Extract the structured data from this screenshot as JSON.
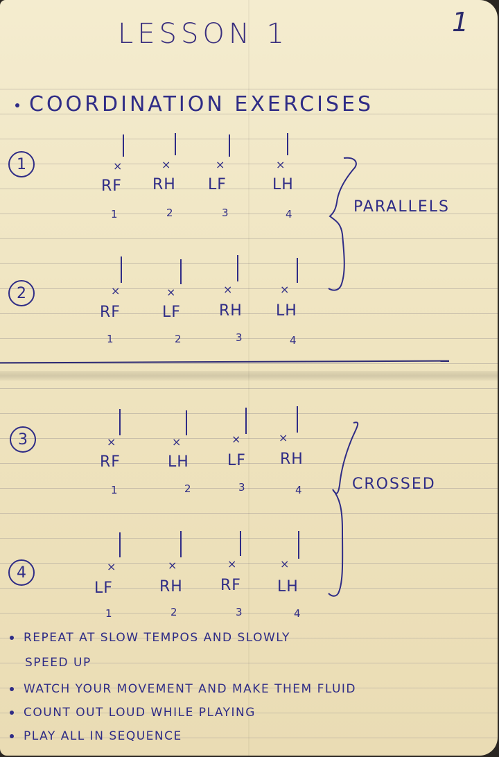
{
  "title": "LESSON 1",
  "page_number": "1",
  "heading": "COORDINATION EXERCISES",
  "exercises": [
    {
      "number": "1",
      "limbs": [
        "RF",
        "RH",
        "LF",
        "LH"
      ],
      "counts": [
        "1",
        "2",
        "3",
        "4"
      ]
    },
    {
      "number": "2",
      "limbs": [
        "RF",
        "LF",
        "RH",
        "LH"
      ],
      "counts": [
        "1",
        "2",
        "3",
        "4"
      ]
    },
    {
      "number": "3",
      "limbs": [
        "RF",
        "LH",
        "LF",
        "RH"
      ],
      "counts": [
        "1",
        "2",
        "3",
        "4"
      ]
    },
    {
      "number": "4",
      "limbs": [
        "LF",
        "RH",
        "RF",
        "LH"
      ],
      "counts": [
        "1",
        "2",
        "3",
        "4"
      ]
    }
  ],
  "groups": {
    "parallels": "PARALLELS",
    "crossed": "CROSSED"
  },
  "notes": [
    "REPEAT AT SLOW TEMPOS AND SLOWLY",
    "SPEED UP",
    "WATCH YOUR MOVEMENT AND MAKE THEM FLUID",
    "COUNT OUT LOUD WHILE PLAYING",
    "PLAY ALL IN SEQUENCE"
  ],
  "colors": {
    "ink": "#2f2c86",
    "paper": "#f2e9c9",
    "rule": "#b9b0a2"
  }
}
